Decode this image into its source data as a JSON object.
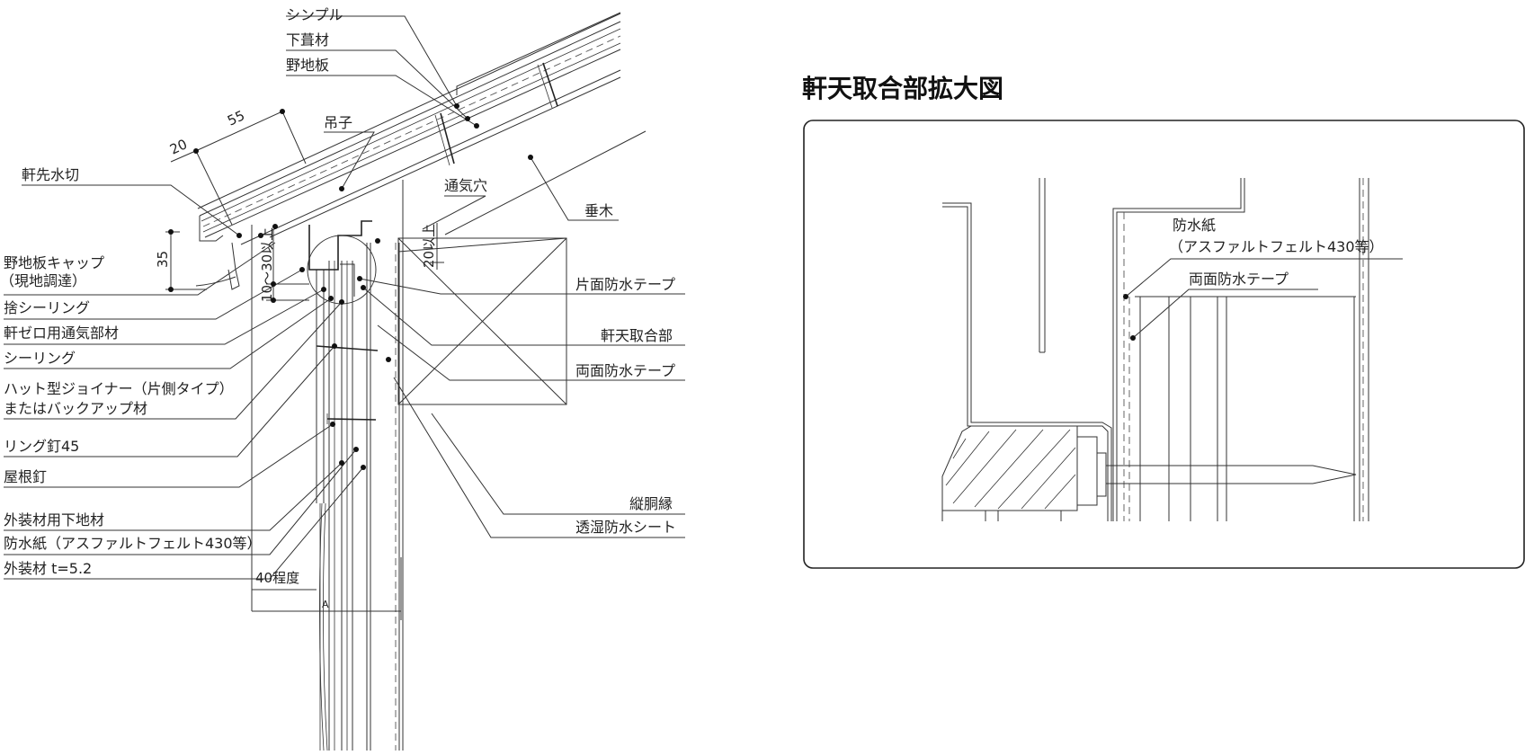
{
  "labels": {
    "simple": "シンプル",
    "underlay": "下葺材",
    "sheathing": "野地板",
    "hanger": "吊子",
    "eave_flashing": "軒先水切",
    "vent_hole": "通気穴",
    "rafter": "垂木",
    "sheathing_cap": "野地板キャップ",
    "sheathing_cap_note": "（現地調達）",
    "backing_sealing": "捨シーリング",
    "eave_zero_vent": "軒ゼロ用通気部材",
    "sealing": "シーリング",
    "hat_joiner": "ハット型ジョイナー（片側タイプ）",
    "hat_joiner_alt": "またはバックアップ材",
    "ring_nail": "リング釘45",
    "roof_nail": "屋根釘",
    "siding_base": "外装材用下地材",
    "waterproof_paper": "防水紙（アスファルトフェルト430等）",
    "siding": "外装材 t=5.2",
    "single_tape": "片面防水テープ",
    "eave_junction": "軒天取合部",
    "double_tape": "両面防水テープ",
    "vertical_furring": "縦胴縁",
    "breathable_sheet": "透湿防水シート"
  },
  "dimensions": {
    "d55": "55",
    "d20": "20",
    "d35": "35",
    "d10_30": "10～30以上",
    "d20up": "20以上",
    "d40": "40程度",
    "dA": "A"
  },
  "detail": {
    "title": "軒天取合部拡大図",
    "waterproof_paper": "防水紙",
    "waterproof_paper_note": "（アスファルトフェルト430等）",
    "double_tape": "両面防水テープ"
  }
}
